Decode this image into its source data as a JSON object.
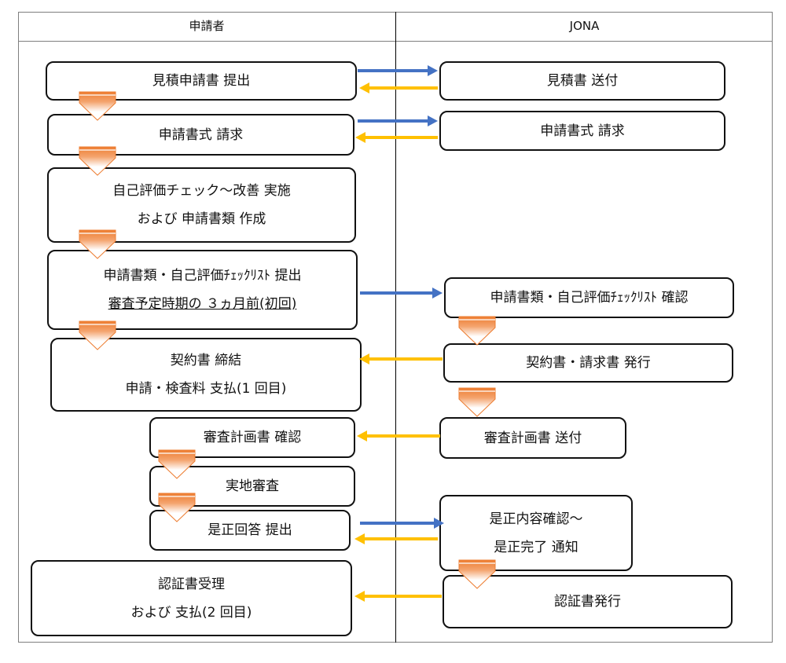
{
  "columns": {
    "applicant": "申請者",
    "jona": "JONA"
  },
  "colors": {
    "send": "#4472C4",
    "return": "#FFC000",
    "step_arrow": "#ED7D31"
  },
  "applicant_steps": [
    {
      "lines": [
        "見積申請書 提出"
      ]
    },
    {
      "lines": [
        "申請書式 請求"
      ]
    },
    {
      "lines": [
        "自己評価チェック～改善 実施",
        "および 申請書類 作成"
      ]
    },
    {
      "lines": [
        "申請書類・自己評価ﾁｪｯｸﾘｽﾄ 提出",
        "審査予定時期の ３ヵ月前(初回)"
      ]
    },
    {
      "lines": [
        "契約書 締結",
        "申請・検査料 支払(1 回目)"
      ]
    },
    {
      "lines": [
        "審査計画書 確認"
      ]
    },
    {
      "lines": [
        "実地審査"
      ]
    },
    {
      "lines": [
        "是正回答 提出"
      ]
    },
    {
      "lines": [
        "認証書受理",
        "および 支払(2 回目)"
      ]
    }
  ],
  "jona_steps": [
    {
      "lines": [
        "見積書 送付"
      ]
    },
    {
      "lines": [
        "申請書式 請求"
      ]
    },
    {
      "lines": [
        "申請書類・自己評価ﾁｪｯｸﾘｽﾄ 確認"
      ]
    },
    {
      "lines": [
        "契約書・請求書 発行"
      ]
    },
    {
      "lines": [
        "審査計画書 送付"
      ]
    },
    {
      "lines": [
        "是正内容確認～",
        "是正完了 通知"
      ]
    },
    {
      "lines": [
        "認証書発行"
      ]
    }
  ]
}
